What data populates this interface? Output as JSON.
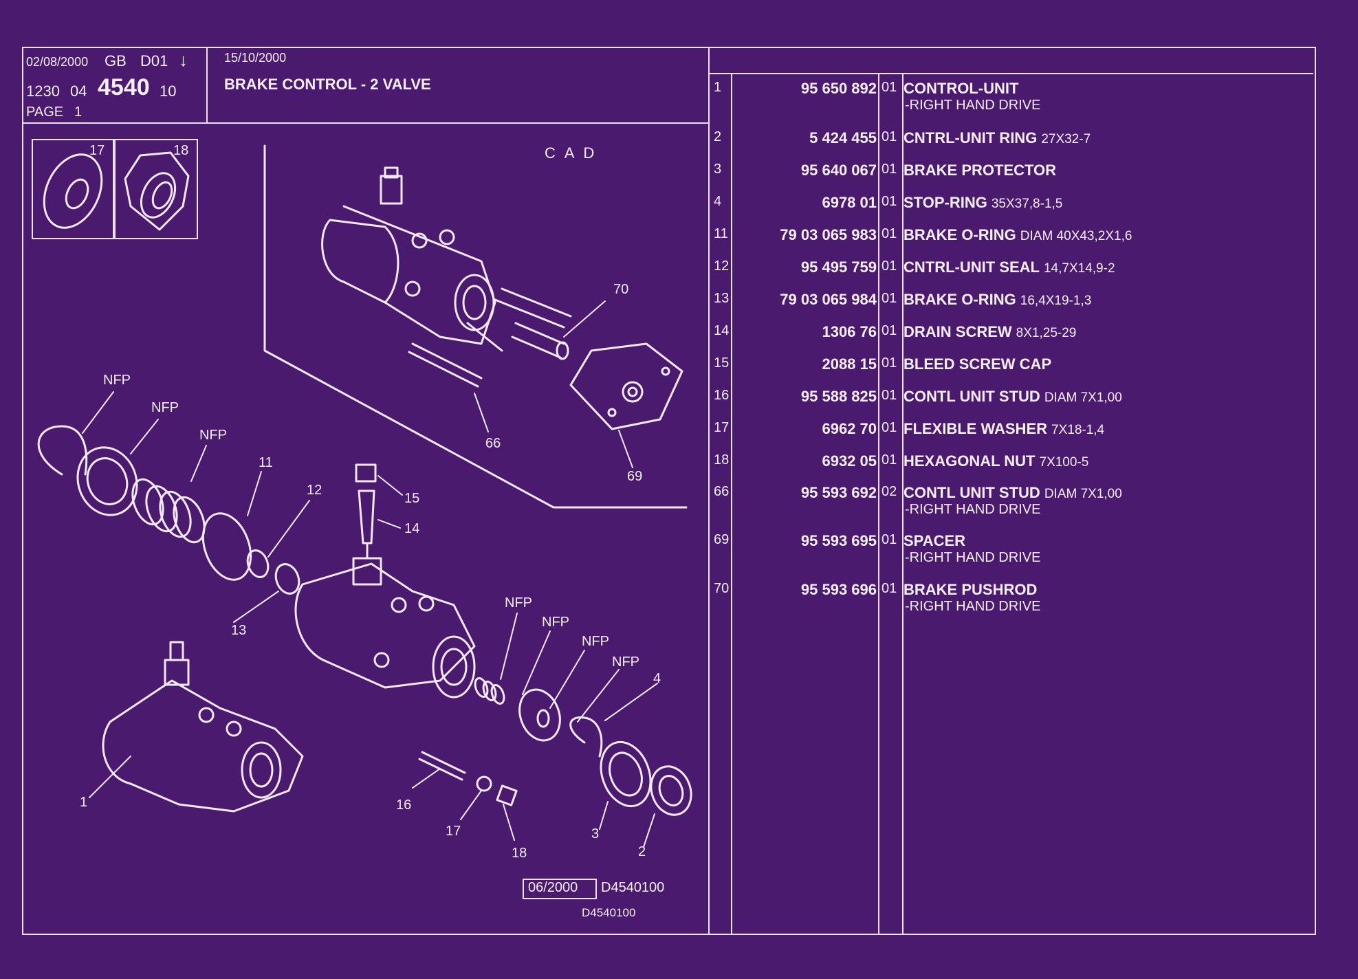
{
  "header": {
    "date_left": "02/08/2000",
    "lang": "GB",
    "code": "D01",
    "arrow": "↓",
    "ref_a": "1230",
    "ref_b": "04",
    "ref_main": "4540",
    "ref_c": "10",
    "page_label": "PAGE",
    "page_num": "1",
    "date_right": "15/10/2000",
    "title": "BRAKE CONTROL - 2 VALVE"
  },
  "diagram": {
    "cad_label": "C A D",
    "inset_labels": [
      "17",
      "18"
    ],
    "callouts": {
      "nfp": "NFP",
      "n1": "1",
      "n2": "2",
      "n3": "3",
      "n4": "4",
      "n11": "11",
      "n12": "12",
      "n13": "13",
      "n14": "14",
      "n15": "15",
      "n16": "16",
      "n17": "17",
      "n18": "18",
      "n66": "66",
      "n69": "69",
      "n70": "70"
    },
    "stamp_date": "06/2000",
    "stamp_code": "D4540100",
    "footer_code": "D4540100"
  },
  "parts": [
    {
      "no": "1",
      "part": "95 650 892",
      "qty": "01",
      "desc": "CONTROL-UNIT",
      "spec": "",
      "sub": "-RIGHT HAND DRIVE"
    },
    {
      "no": "2",
      "part": "5 424 455",
      "qty": "01",
      "desc": "CNTRL-UNIT RING",
      "spec": "27X32-7",
      "sub": ""
    },
    {
      "no": "3",
      "part": "95 640 067",
      "qty": "01",
      "desc": "BRAKE PROTECTOR",
      "spec": "",
      "sub": ""
    },
    {
      "no": "4",
      "part": "6978 01",
      "qty": "01",
      "desc": "STOP-RING",
      "spec": "35X37,8-1,5",
      "sub": ""
    },
    {
      "no": "11",
      "part": "79 03 065 983",
      "qty": "01",
      "desc": "BRAKE O-RING",
      "spec": "DIAM 40X43,2X1,6",
      "sub": ""
    },
    {
      "no": "12",
      "part": "95 495 759",
      "qty": "01",
      "desc": "CNTRL-UNIT SEAL",
      "spec": "14,7X14,9-2",
      "sub": ""
    },
    {
      "no": "13",
      "part": "79 03 065 984",
      "qty": "01",
      "desc": "BRAKE O-RING",
      "spec": "16,4X19-1,3",
      "sub": ""
    },
    {
      "no": "14",
      "part": "1306 76",
      "qty": "01",
      "desc": "DRAIN SCREW",
      "spec": "8X1,25-29",
      "sub": ""
    },
    {
      "no": "15",
      "part": "2088 15",
      "qty": "01",
      "desc": "BLEED SCREW CAP",
      "spec": "",
      "sub": ""
    },
    {
      "no": "16",
      "part": "95 588 825",
      "qty": "01",
      "desc": "CONTL UNIT STUD",
      "spec": "DIAM 7X1,00",
      "sub": ""
    },
    {
      "no": "17",
      "part": "6962 70",
      "qty": "01",
      "desc": "FLEXIBLE WASHER",
      "spec": "7X18-1,4",
      "sub": ""
    },
    {
      "no": "18",
      "part": "6932 05",
      "qty": "01",
      "desc": "HEXAGONAL NUT",
      "spec": "7X100-5",
      "sub": ""
    },
    {
      "no": "66",
      "part": "95 593 692",
      "qty": "02",
      "desc": "CONTL UNIT STUD",
      "spec": "DIAM 7X1,00",
      "sub": "-RIGHT HAND DRIVE"
    },
    {
      "no": "69",
      "part": "95 593 695",
      "qty": "01",
      "desc": "SPACER",
      "spec": "",
      "sub": "-RIGHT HAND DRIVE"
    },
    {
      "no": "70",
      "part": "95 593 696",
      "qty": "01",
      "desc": "BRAKE PUSHROD",
      "spec": "",
      "sub": "-RIGHT HAND DRIVE"
    }
  ]
}
